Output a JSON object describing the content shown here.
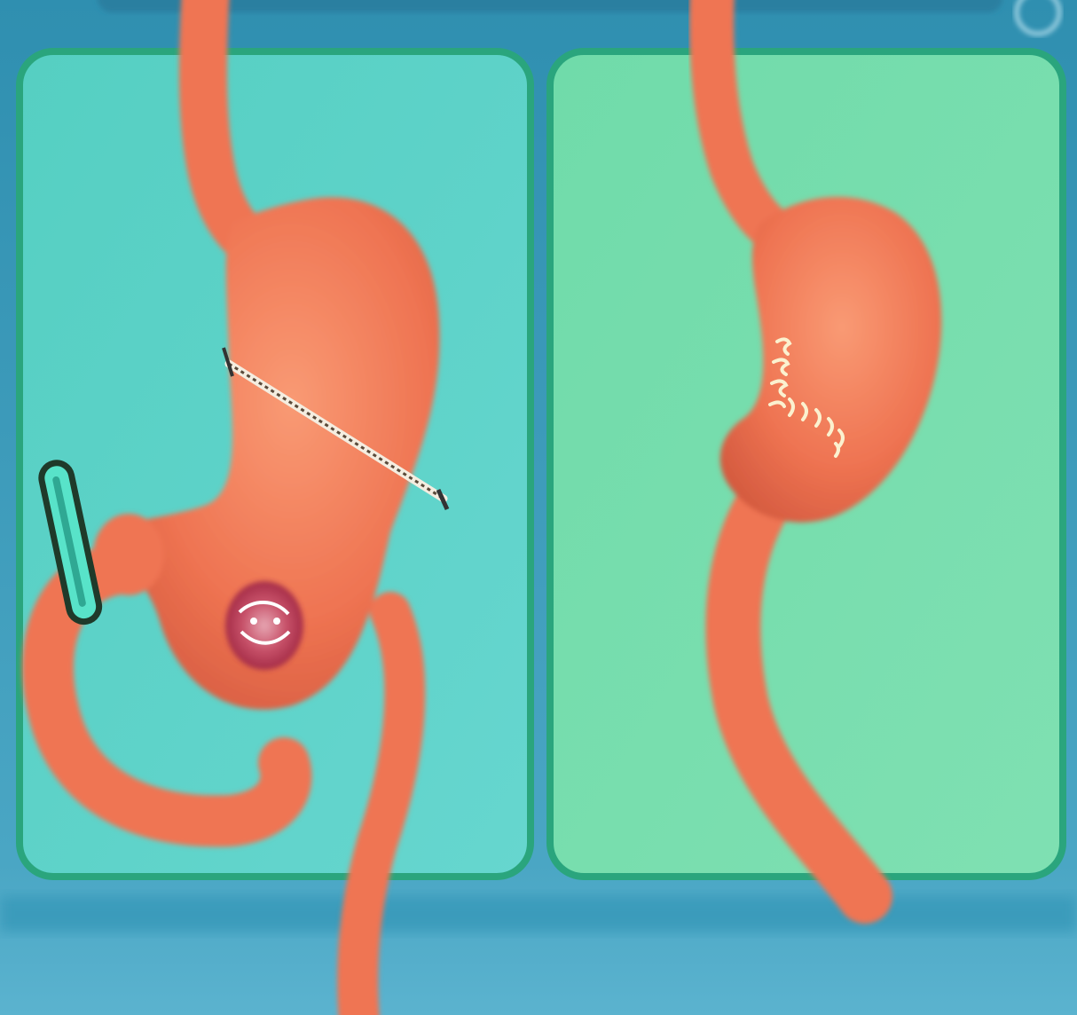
{
  "colors": {
    "background_top": "#2f8fb0",
    "background_bottom": "#5bb3cf",
    "panel_left_fill": "#5fd3c2",
    "panel_right_fill": "#6fdcad",
    "panel_border": "#2aa57d",
    "organ": "#ef7452",
    "organ_light": "#f79a73",
    "organ_shadow": "#c8503a",
    "ulcer": "#b8344f",
    "staple_line": "#f3efe4",
    "clamp": "#57e3c8",
    "clamp_outline": "#203a2c",
    "suture": "#fbf1cf"
  },
  "panels": [
    {
      "id": "left",
      "title": "",
      "depicts": [
        "esophagus",
        "stomach",
        "staple-line",
        "ulcer",
        "clamp",
        "duodenum",
        "jejunum"
      ]
    },
    {
      "id": "right",
      "title": "",
      "depicts": [
        "esophagus",
        "stomach-pouch",
        "suture-line",
        "jejunum"
      ]
    }
  ]
}
